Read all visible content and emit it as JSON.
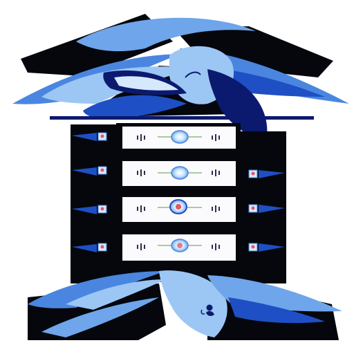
{
  "illustration": {
    "subject": "server-rack-with-blue-wings",
    "icons": [
      "server-unit-icon",
      "status-light-icon",
      "vent-grille-icon",
      "link-port-icon",
      "wing-shape"
    ],
    "colors": {
      "background": "#ffffff",
      "black": "#05070d",
      "navy": "#0b1a6e",
      "royal_blue": "#1f4fc4",
      "mid_blue": "#4a86e0",
      "light_blue": "#9cc6f4",
      "pale_blue": "#d6e8fb",
      "unit_face": "#fbfbfd",
      "led_green": "#8fd19e",
      "led_red": "#e8555f"
    },
    "server_units": [
      {
        "status": "idle"
      },
      {
        "status": "idle"
      },
      {
        "status": "active"
      },
      {
        "status": "alert"
      }
    ]
  }
}
